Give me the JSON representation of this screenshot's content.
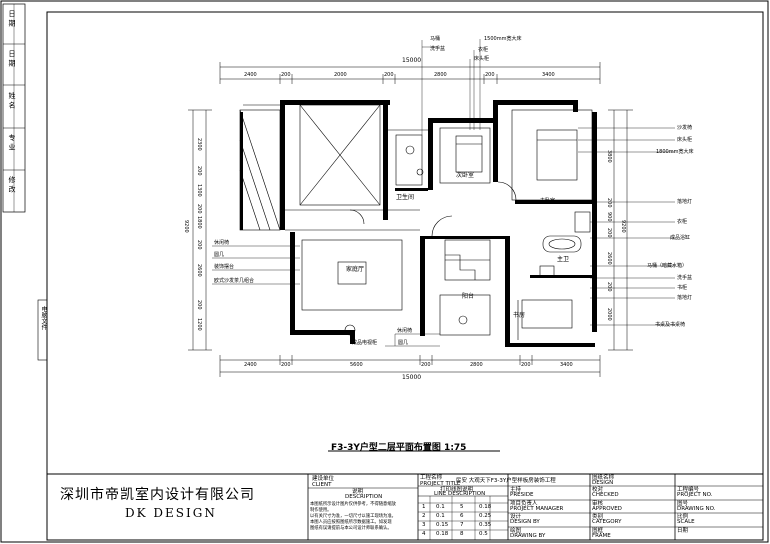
{
  "side_labels": {
    "top_fields": [
      "日 期",
      "日 期",
      "姓 名",
      "专 业",
      "修 改"
    ],
    "file_label": "电脑文件"
  },
  "plan": {
    "title": "F3-3Y户型二层平面布置图  1:75",
    "dims_top_outer": "15000",
    "dims_top": [
      "2400",
      "200",
      "2000",
      "200",
      "2800",
      "200",
      "3400"
    ],
    "dims_bottom": [
      "2400",
      "200",
      "5600",
      "200",
      "2800",
      "200",
      "3400"
    ],
    "dims_bottom_outer": "15000",
    "dims_left": [
      "2300",
      "200",
      "1300",
      "200",
      "1800",
      "200",
      "2600",
      "200",
      "1200"
    ],
    "dims_left_outer": "9200",
    "dims_right": [
      "3800",
      "200",
      "900",
      "200",
      "2600",
      "200",
      "2000"
    ],
    "dims_right_outer": "9200",
    "rooms": {
      "bedroom2": "次卧室",
      "master": "主卧室",
      "bath": "卫生间",
      "family": "家庭厅",
      "balcony": "阳台",
      "study": "书房",
      "master_bath": "主卫"
    },
    "callouts_top": [
      "马桶",
      "洗手盆",
      "1500mm宽大床",
      "衣柜",
      "床头柜"
    ],
    "callouts_right": [
      "沙发椅",
      "床头柜",
      "1800mm宽大床",
      "落地灯",
      "衣柜",
      "成品浴缸",
      "马桶（暗藏水箱）",
      "洗手盆",
      "书柜",
      "落地灯",
      "书桌及书桌椅"
    ],
    "callouts_left": [
      "休闲椅",
      "圆几",
      "装饰摆台",
      "欧式沙发茶几组合"
    ],
    "callouts_bottom": [
      "休闲椅",
      "成品电视柜",
      "圆几"
    ]
  },
  "title_block": {
    "company": "深圳市帝凯室内设计有限公司",
    "brand": "DK    DESIGN",
    "client_cn": "建设单位",
    "client_en": "CLIENT",
    "desc_cn": "说明",
    "desc_en": "DESCRIPTION",
    "desc_lines": [
      "本图纸所示设计图片仅供参考，不得随意缩放",
      "制作使用。",
      "以有关尺寸为准，一切尺寸以施工现场为准。",
      "本图人员应按照图纸所示数据施工。如发现",
      "图纸有误请提前与本公司设计师联系确认。"
    ],
    "project_cn": "工程名称",
    "project_en": "PROJECT TITLE",
    "project_name": "民安  大观天下F3-3Y户型样板房装饰工程",
    "line_desc_cn": "打印线图说明",
    "line_desc_en": "LINE DESCRIPTION",
    "line_rows": [
      [
        "1",
        "0.1",
        "5",
        "0.18"
      ],
      [
        "2",
        "0.1",
        "6",
        "0.25"
      ],
      [
        "3",
        "0.15",
        "7",
        "0.35"
      ],
      [
        "4",
        "0.18",
        "8",
        "0.5"
      ]
    ],
    "fields_mid": [
      {
        "cn": "主持",
        "en": "PRESIDE"
      },
      {
        "cn": "项目负责人",
        "en": "PROJECT MANAGER"
      },
      {
        "cn": "设计",
        "en": "DESIGN BY"
      },
      {
        "cn": "绘图",
        "en": "DRAWING BY"
      }
    ],
    "fields_right": [
      {
        "cn": "图纸名称",
        "en": "DESIGN"
      },
      {
        "cn": "校对",
        "en": "CHECKED"
      },
      {
        "cn": "审核",
        "en": "APPROVED"
      },
      {
        "cn": "类别",
        "en": "CATEGORY"
      },
      {
        "cn": "图框",
        "en": "FRAME"
      }
    ],
    "fields_far": [
      {
        "cn": "工程编号",
        "en": "PROJECT NO."
      },
      {
        "cn": "图号",
        "en": "DRAWING NO."
      },
      {
        "cn": "比例",
        "en": "SCALE"
      },
      {
        "cn": "日期",
        "en": ""
      }
    ]
  }
}
